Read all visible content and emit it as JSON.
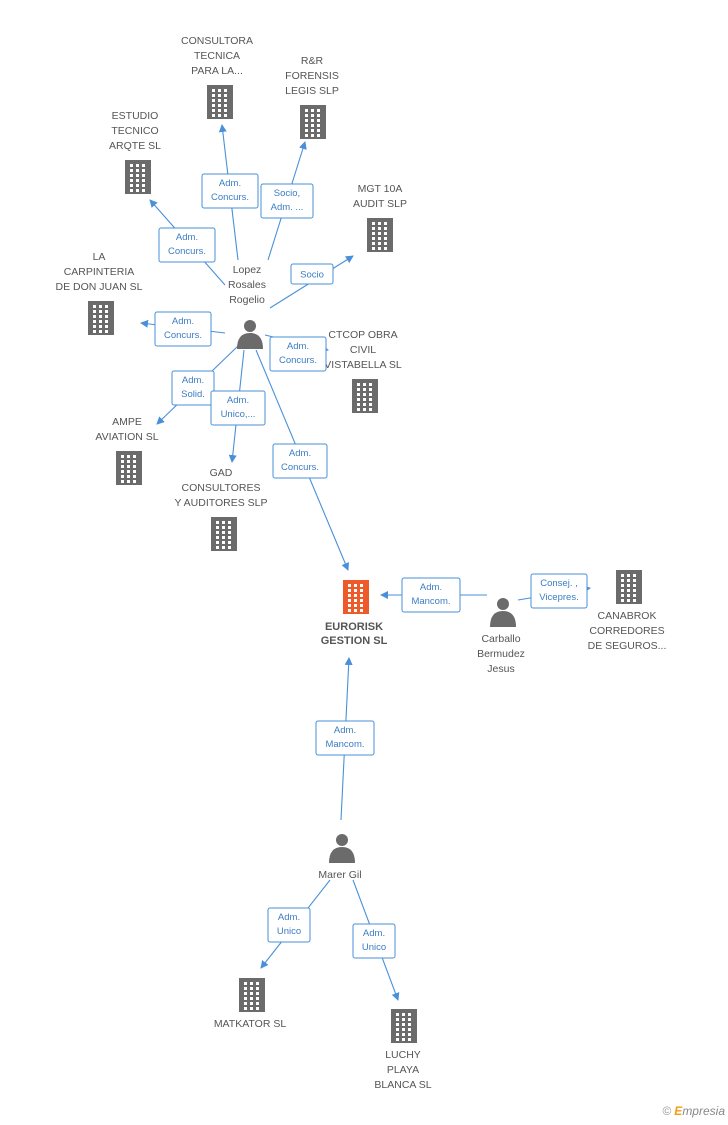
{
  "nodes": [
    {
      "id": "eurorisk",
      "type": "company",
      "focus": true,
      "lines": [
        "EURORISK",
        "GESTION SL"
      ]
    },
    {
      "id": "lopez",
      "type": "person",
      "lines": [
        "Lopez",
        "Rosales",
        "Rogelio"
      ]
    },
    {
      "id": "carballo",
      "type": "person",
      "lines": [
        "Carballo",
        "Bermudez",
        "Jesus"
      ]
    },
    {
      "id": "marer",
      "type": "person",
      "lines": [
        "Marer Gil"
      ]
    },
    {
      "id": "consultora",
      "type": "company",
      "lines": [
        "CONSULTORA",
        "TECNICA",
        "PARA LA..."
      ]
    },
    {
      "id": "rr",
      "type": "company",
      "lines": [
        "R&R",
        "FORENSIS",
        "LEGIS SLP"
      ]
    },
    {
      "id": "estudio",
      "type": "company",
      "lines": [
        "ESTUDIO",
        "TECNICO",
        "ARQTE SL"
      ]
    },
    {
      "id": "mgt",
      "type": "company",
      "lines": [
        "MGT 10A",
        "AUDIT SLP"
      ]
    },
    {
      "id": "carpinteria",
      "type": "company",
      "lines": [
        "LA",
        "CARPINTERIA",
        "DE DON JUAN SL"
      ]
    },
    {
      "id": "ctcop",
      "type": "company",
      "lines": [
        "CTCOP OBRA",
        "CIVIL",
        "VISTABELLA SL"
      ]
    },
    {
      "id": "ampe",
      "type": "company",
      "lines": [
        "AMPE",
        "AVIATION SL"
      ]
    },
    {
      "id": "gad",
      "type": "company",
      "lines": [
        "GAD",
        "CONSULTORES",
        "Y AUDITORES SLP"
      ]
    },
    {
      "id": "canabrok",
      "type": "company",
      "lines": [
        "CANABROK",
        "CORREDORES",
        "DE SEGUROS..."
      ]
    },
    {
      "id": "matkator",
      "type": "company",
      "lines": [
        "MATKATOR  SL"
      ]
    },
    {
      "id": "luchy",
      "type": "company",
      "lines": [
        "LUCHY",
        "PLAYA",
        "BLANCA SL"
      ]
    }
  ],
  "edges": [
    {
      "from": "lopez",
      "to": "consultora",
      "label": [
        "Adm.",
        "Concurs."
      ]
    },
    {
      "from": "lopez",
      "to": "rr",
      "label": [
        "Socio,",
        "Adm. ..."
      ]
    },
    {
      "from": "lopez",
      "to": "estudio",
      "label": [
        "Adm.",
        "Concurs."
      ]
    },
    {
      "from": "lopez",
      "to": "mgt",
      "label": [
        "Socio"
      ]
    },
    {
      "from": "lopez",
      "to": "carpinteria",
      "label": [
        "Adm.",
        "Concurs."
      ]
    },
    {
      "from": "lopez",
      "to": "ctcop",
      "label": [
        "Adm.",
        "Concurs."
      ]
    },
    {
      "from": "lopez",
      "to": "ampe",
      "label": [
        "Adm.",
        "Solid."
      ]
    },
    {
      "from": "lopez",
      "to": "gad",
      "label": [
        "Adm.",
        "Unico,..."
      ]
    },
    {
      "from": "lopez",
      "to": "eurorisk",
      "label": [
        "Adm.",
        "Concurs."
      ]
    },
    {
      "from": "carballo",
      "to": "eurorisk",
      "label": [
        "Adm.",
        "Mancom."
      ]
    },
    {
      "from": "carballo",
      "to": "canabrok",
      "label": [
        "Consej. ,",
        "Vicepres."
      ]
    },
    {
      "from": "marer",
      "to": "eurorisk",
      "label": [
        "Adm.",
        "Mancom."
      ]
    },
    {
      "from": "marer",
      "to": "matkator",
      "label": [
        "Adm.",
        "Unico"
      ]
    },
    {
      "from": "marer",
      "to": "luchy",
      "label": [
        "Adm.",
        "Unico"
      ]
    }
  ],
  "colors": {
    "edge": "#4a90d9",
    "icon": "#6b6b6b",
    "focus_icon": "#ef5a2a",
    "label": "#555555"
  },
  "watermark": {
    "symbol": "©",
    "initial": "E",
    "rest": "mpresia"
  }
}
